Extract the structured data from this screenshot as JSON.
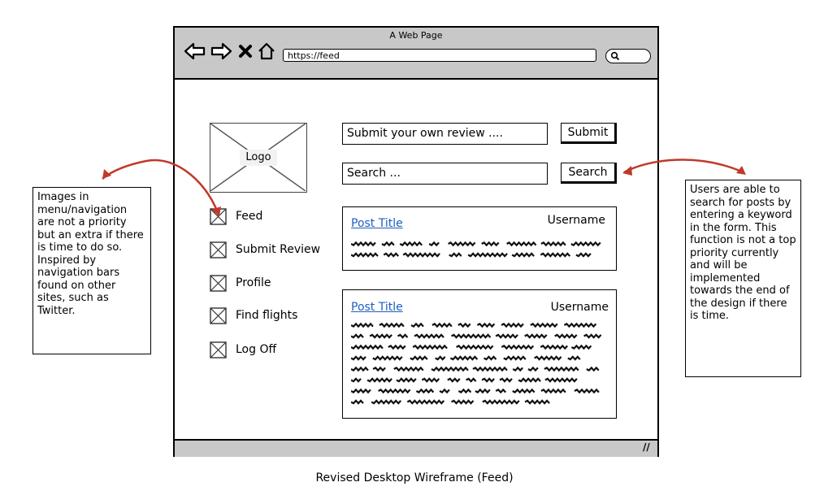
{
  "browser": {
    "title": "A Web Page",
    "url": "https://feed",
    "nav_icons": [
      "back-arrow-icon",
      "forward-arrow-icon",
      "close-icon",
      "home-icon"
    ],
    "search_icon": "search-icon"
  },
  "logo": {
    "label": "Logo"
  },
  "sidebar": {
    "items": [
      {
        "label": "Feed"
      },
      {
        "label": "Submit Review"
      },
      {
        "label": "Profile"
      },
      {
        "label": "Find flights"
      },
      {
        "label": "Log Off"
      }
    ]
  },
  "review": {
    "placeholder": "Submit your own review ....",
    "button": "Submit"
  },
  "search": {
    "placeholder": "Search ...",
    "button": "Search"
  },
  "posts": [
    {
      "title": "Post Title",
      "username": "Username",
      "lines": 2
    },
    {
      "title": "Post Title",
      "username": "Username",
      "lines": 8
    }
  ],
  "notes": {
    "left": "Images in menu/navigation are not a priority but an extra if there is time to do so. Inspired by navigation bars found on other sites, such as Twitter.",
    "right": "Users are able to search for posts by entering a keyword in the form. This function is not a top priority currently and will be implemented towards the end of the design if there is time."
  },
  "caption": "Revised Desktop Wireframe (Feed)",
  "colors": {
    "arrow": "#c0392b",
    "chrome": "#c8c8c8",
    "link": "#1f5fbf"
  }
}
